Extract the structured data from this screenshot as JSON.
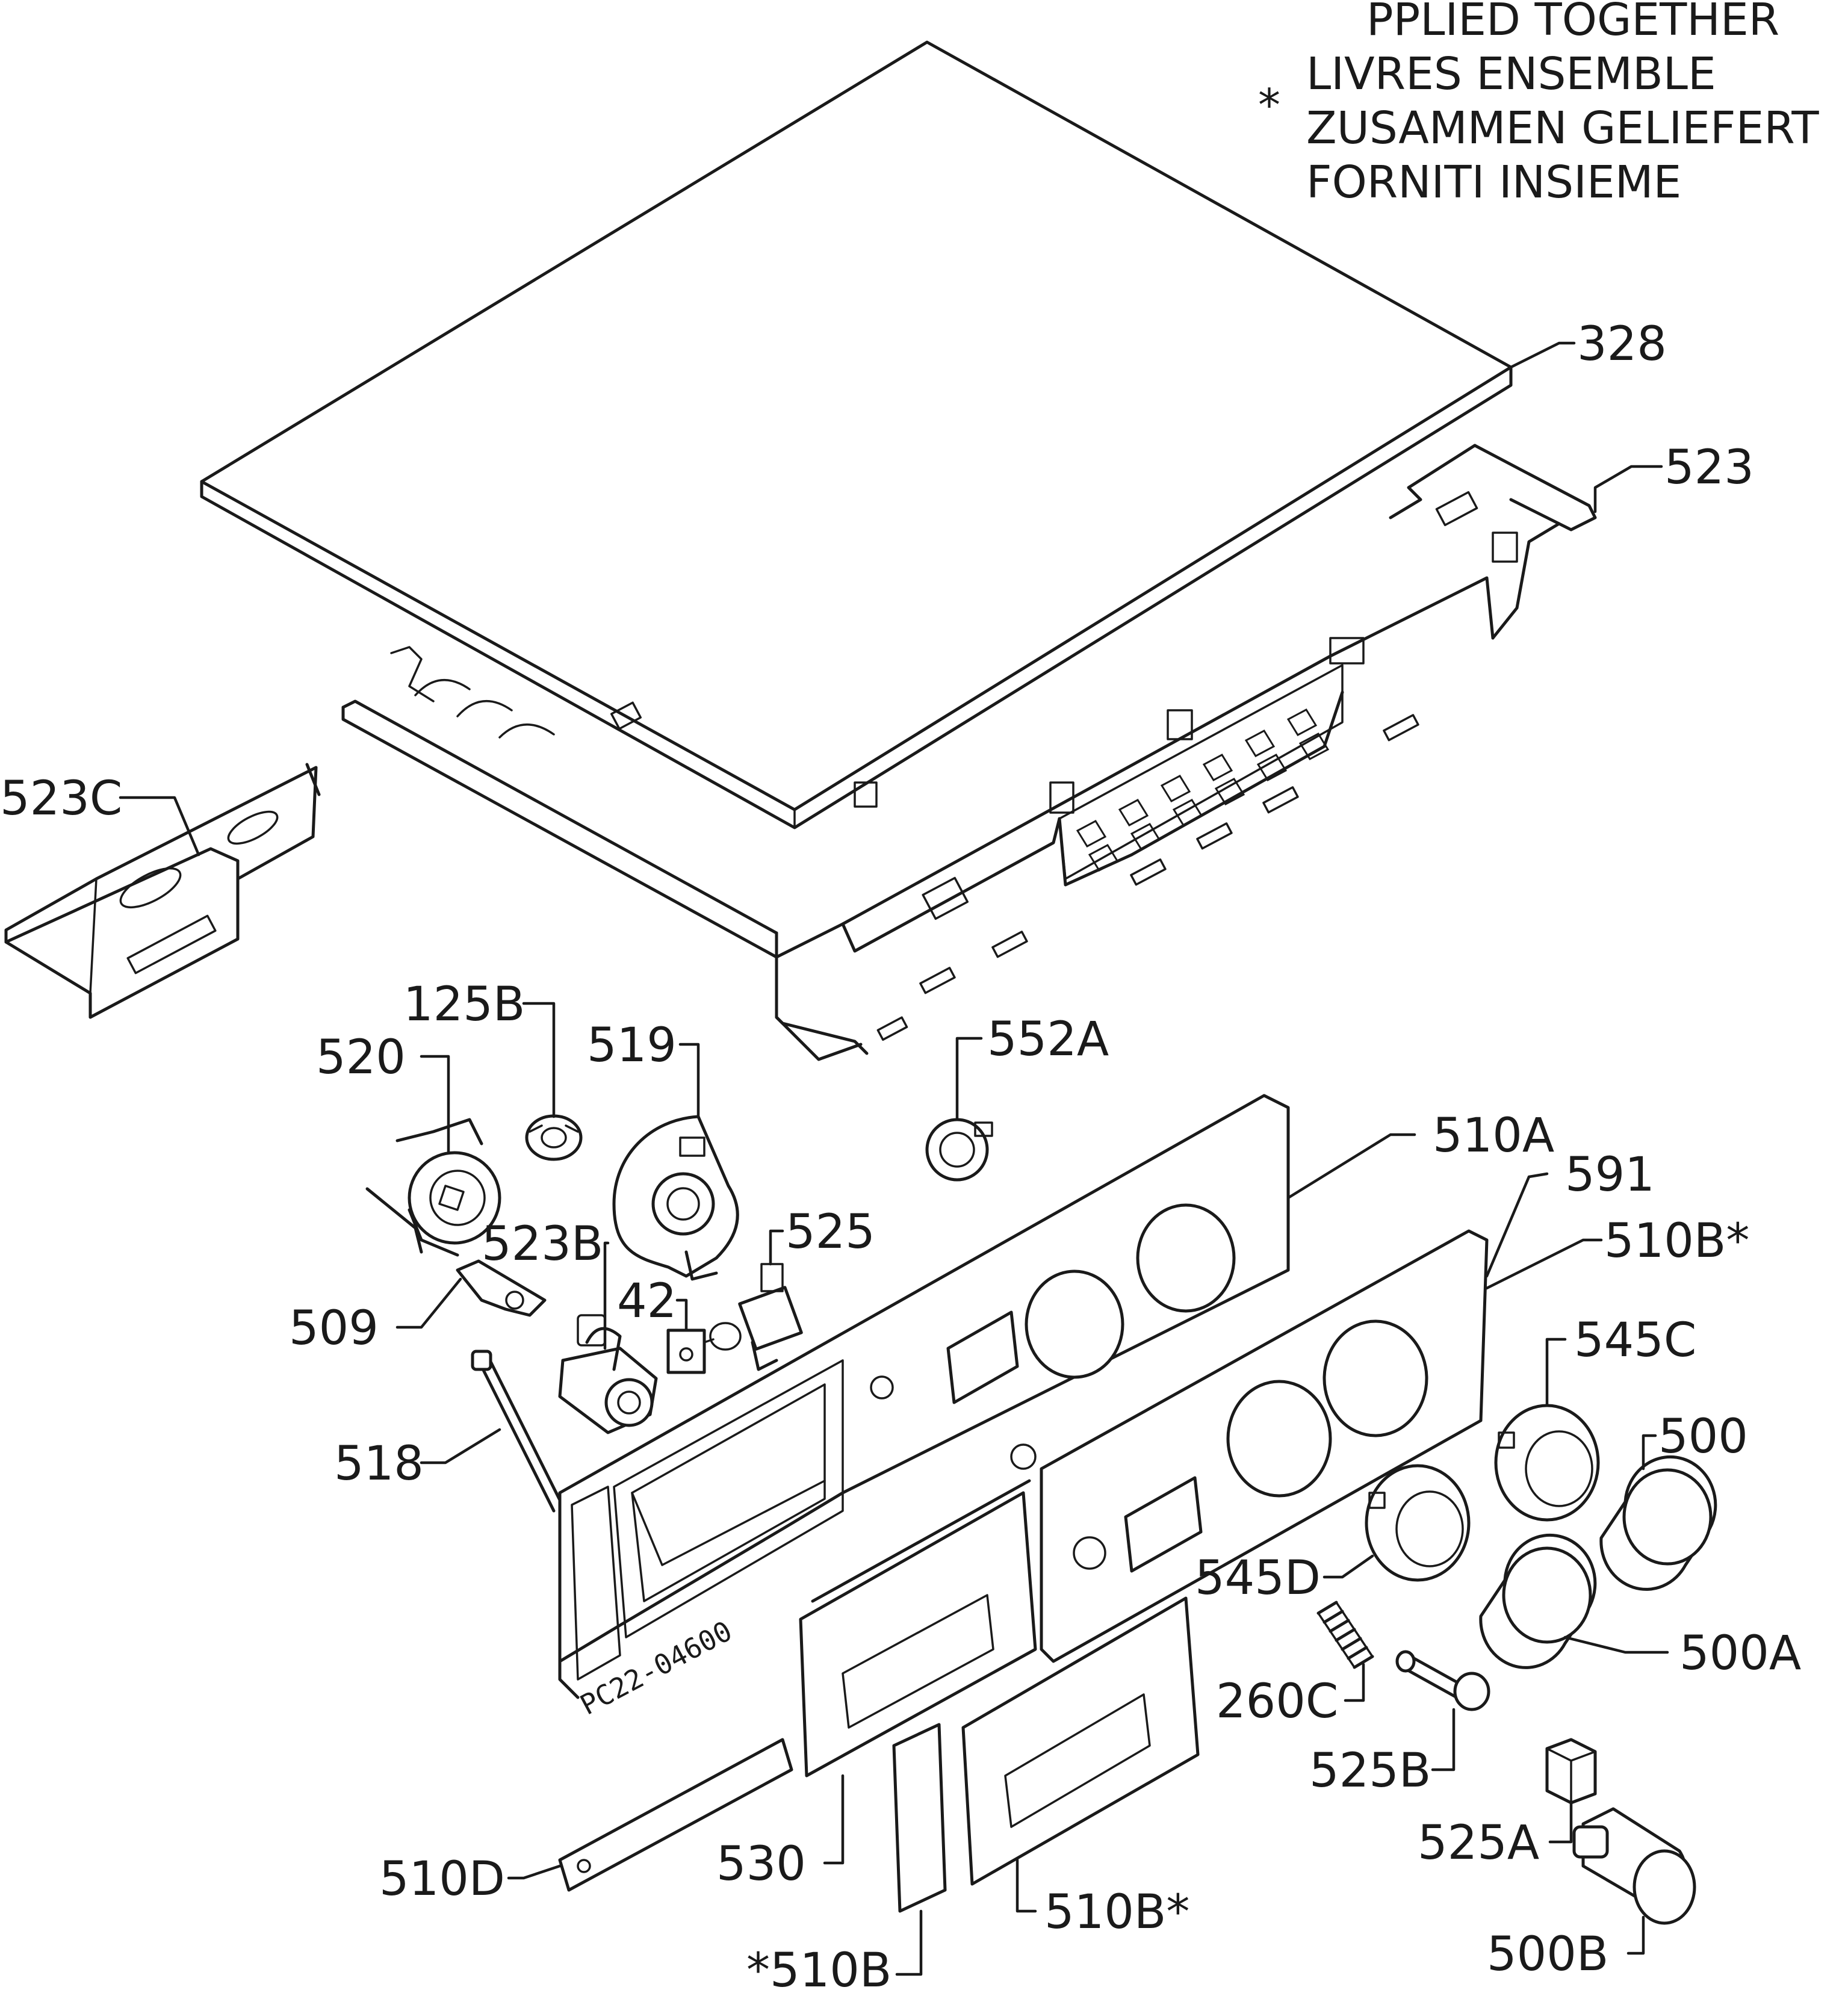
{
  "note": {
    "lines": [
      "PPLIED TOGETHER",
      "LIVRES ENSEMBLE",
      "ZUSAMMEN GELIEFERT",
      "FORNITI INSIEME"
    ],
    "symbol": "*"
  },
  "drawing_code": "PC22-04600",
  "callouts": {
    "c328": "328",
    "c523": "523",
    "c523C": "523C",
    "c125B": "125B",
    "c519": "519",
    "c520": "520",
    "c552A": "552A",
    "c510A": "510A",
    "c591": "591",
    "c510Bstar": "510B*",
    "c525": "525",
    "c523B": "523B",
    "c42": "42",
    "c509": "509",
    "c545C": "545C",
    "c500": "500",
    "c518": "518",
    "c545D": "545D",
    "c500A": "500A",
    "c260C": "260C",
    "c525B": "525B",
    "c510D": "510D",
    "c530": "530",
    "c525A": "525A",
    "c510Bstar2": "510B*",
    "c500B": "500B",
    "cStar510B": "*510B"
  }
}
